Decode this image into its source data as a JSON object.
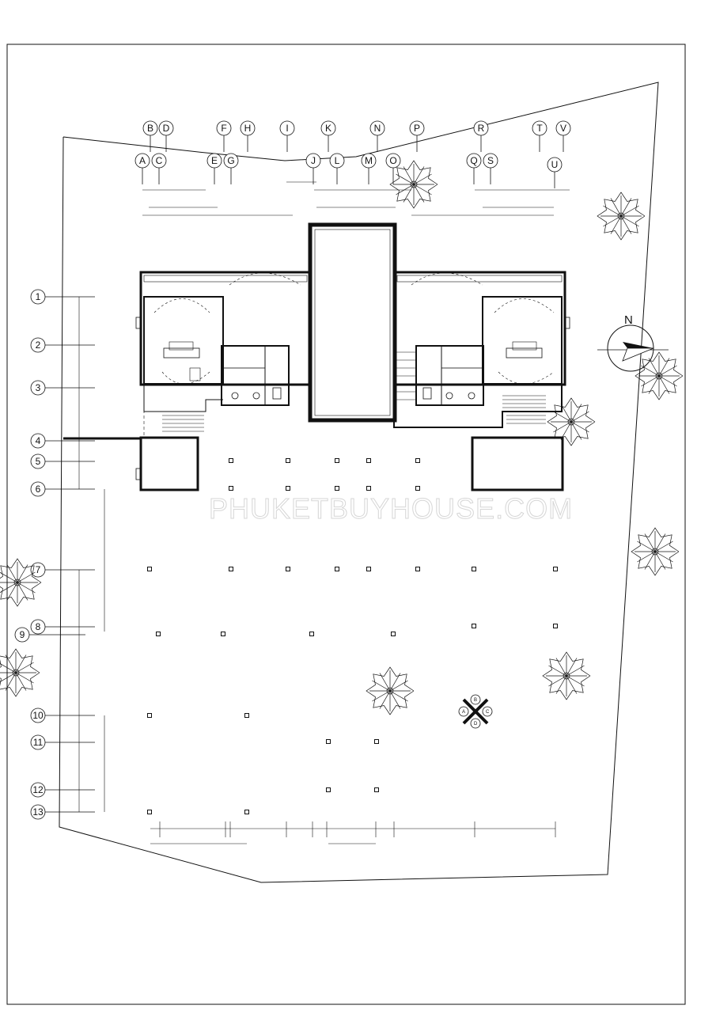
{
  "drawing": {
    "column_labels": [
      "A",
      "B",
      "C",
      "D",
      "E",
      "F",
      "G",
      "H",
      "I",
      "J",
      "K",
      "L",
      "M",
      "N",
      "O",
      "P",
      "Q",
      "R",
      "S",
      "T",
      "U",
      "V"
    ],
    "row_labels": [
      "1",
      "2",
      "3",
      "4",
      "5",
      "6",
      "7",
      "8",
      "9",
      "10",
      "11",
      "12",
      "13"
    ],
    "north_label": "N",
    "watermark": "PHUKETBUYHOUSE.COM",
    "compass_letters": [
      "A",
      "B",
      "C",
      "D"
    ],
    "colors": {
      "line": "#111111",
      "watermark": "#d6d6d6",
      "background": "#ffffff"
    },
    "tree_icon": "tree-symbol-icon",
    "north_icon": "north-arrow-icon"
  }
}
